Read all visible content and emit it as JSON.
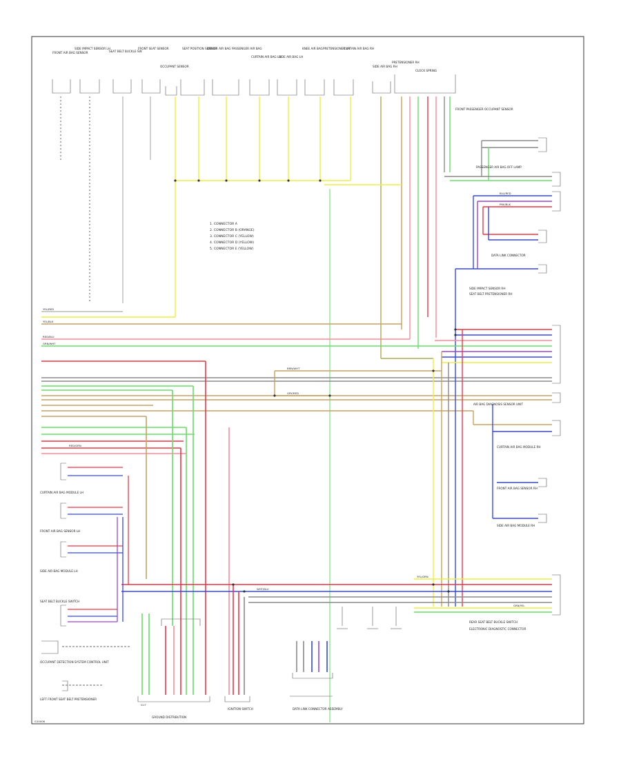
{
  "colors": {
    "yellow": "#eeee44",
    "red": "#ee3344",
    "pink": "#ff8899",
    "green": "#66dd66",
    "tan": "#c8a060",
    "blue": "#3344ee",
    "purple": "#9944cc",
    "gray": "#888888",
    "lightgray": "#bbbbbb",
    "olive": "#aaaa55",
    "black": "#222222"
  },
  "top_components": [
    "FRONT AIR BAG SENSOR",
    "SIDE IMPACT SENSOR LH",
    "SEAT BELT BUCKLE SW",
    "FRONT SEAT SENSOR",
    "OCCUPANT SENSOR",
    "SEAT POSITION SENSOR",
    "DRIVER AIR BAG",
    "PASSENGER AIR BAG",
    "CURTAIN AIR BAG LH",
    "SIDE AIR BAG LH",
    "KNEE AIR BAG",
    "PRETENSIONER LH",
    "CURTAIN AIR BAG RH",
    "SIDE AIR BAG RH",
    "PRETENSIONER RH",
    "CLOCK SPRING"
  ],
  "legend": [
    "1. CONNECTOR A",
    "2. CONNECTOR B (ORANGE)",
    "3. CONNECTOR C (YELLOW)",
    "4. CONNECTOR D (YELLOW)",
    "5. CONNECTOR E (YELLOW)"
  ],
  "right_components": [
    "FRONT PASSENGER OCCUPANT SENSOR",
    "PASSENGER AIR BAG OFF LAMP",
    "DATA LINK CONNECTOR",
    "SIDE IMPACT SENSOR RH",
    "SEAT BELT PRETENSIONER RH",
    "AIR BAG DIAGNOSIS SENSOR UNIT",
    "CURTAIN AIR BAG MODULE RH",
    "FRONT AIR BAG SENSOR RH",
    "SIDE AIR BAG MODULE RH",
    "REAR SEAT BELT BUCKLE SWITCH",
    "ELECTRONIC DIAGNOSTIC CONNECTOR"
  ],
  "left_components": [
    "CURTAIN AIR BAG MODULE LH",
    "FRONT AIR BAG SENSOR LH",
    "SIDE AIR BAG MODULE LH",
    "SEAT BELT BUCKLE SWITCH",
    "OCCUPANT DETECTION SYSTEM CONTROL UNIT",
    "LEFT FRONT SEAT BELT PRETENSIONER"
  ],
  "bottom_components": [
    "GROUND DISTRIBUTION",
    "IGNITION SWITCH",
    "DATA LINK CONNECTOR ASSEMBLY"
  ],
  "wire_labels": [
    "YEL/RED",
    "YEL/BLK",
    "RED/BLU",
    "GRN/WHT",
    "BLU/RED",
    "PNK/BLK",
    "BRN/WHT",
    "GRY/RED",
    "WHT/BLU",
    "YEL/GRN",
    "GRN/YEL",
    "RED/GRN"
  ],
  "misc": {
    "corner_tag": "G10006",
    "ground_label": "G17"
  }
}
